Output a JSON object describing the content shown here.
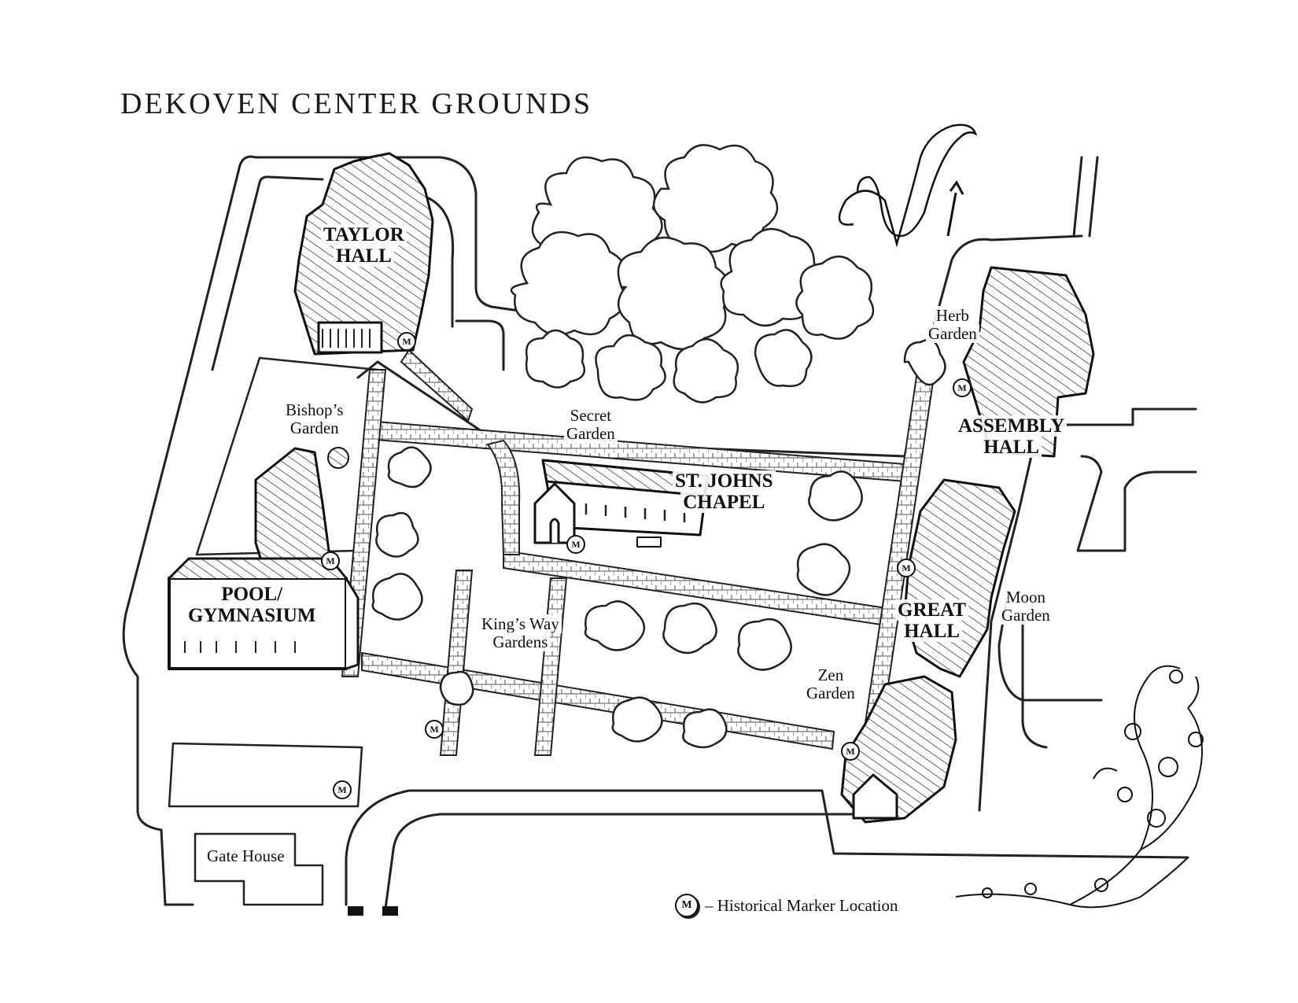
{
  "title": "DEKOVEN CENTER GROUNDS",
  "compass": {
    "letter": "N",
    "icon": "north-arrow-icon"
  },
  "buildings": [
    {
      "id": "taylor-hall",
      "line1": "TAYLOR",
      "line2": "HALL"
    },
    {
      "id": "assembly-hall",
      "line1": "ASSEMBLY",
      "line2": "HALL"
    },
    {
      "id": "st-johns-chapel",
      "line1": "ST. JOHNS",
      "line2": "CHAPEL"
    },
    {
      "id": "pool-gymnasium",
      "line1": "POOL/",
      "line2": "GYMNASIUM"
    },
    {
      "id": "great-hall",
      "line1": "GREAT",
      "line2": "HALL"
    }
  ],
  "gardens": [
    {
      "id": "herb-garden",
      "line1": "Herb",
      "line2": "Garden"
    },
    {
      "id": "bishops-garden",
      "line1": "Bishop’s",
      "line2": "Garden"
    },
    {
      "id": "secret-garden",
      "line1": "Secret",
      "line2": "Garden"
    },
    {
      "id": "kings-way-gardens",
      "line1": "King’s Way",
      "line2": "Gardens"
    },
    {
      "id": "moon-garden",
      "line1": "Moon",
      "line2": "Garden"
    },
    {
      "id": "zen-garden",
      "line1": "Zen",
      "line2": "Garden"
    }
  ],
  "gate_house": "Gate House",
  "marker_symbol": "M",
  "legend": {
    "symbol": "M",
    "text": "– Historical Marker Location"
  }
}
